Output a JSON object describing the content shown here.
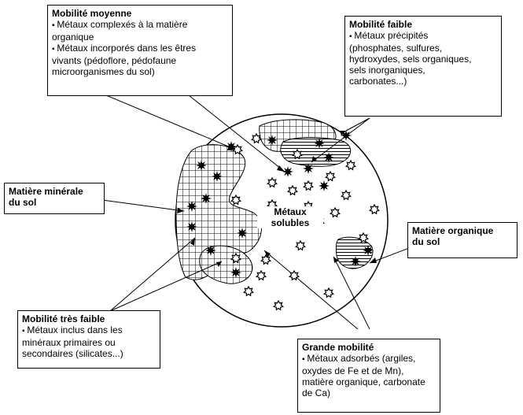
{
  "colors": {
    "ink": "#000000",
    "background": "#ffffff"
  },
  "particles": {
    "precipitate_icon": "spiky-star-icon",
    "free_metal_icon": "open-star-icon"
  },
  "boxes": {
    "moyenne": {
      "title": "Mobilité moyenne",
      "line1": "Métaux complexés à la matière",
      "line1b": "organique",
      "line2": "Métaux incorporés dans les êtres",
      "line2b": "vivants (pédoflore, pédofaune",
      "line2c": "microorganismes du sol)"
    },
    "faible": {
      "title": "Mobilité faible",
      "line1": "Métaux précipités",
      "line2": "(phosphates, sulfures,",
      "line3": "hydroxydes,  sels organiques,",
      "line4": "sels inorganiques,",
      "line5": "carbonates...)"
    },
    "minerale": {
      "line1": "Matière minérale",
      "line2": "du sol"
    },
    "organique": {
      "line1": "Matière organique",
      "line2": "du sol"
    },
    "tres_faible": {
      "title": "Mobilité très faible",
      "line1": "Métaux inclus dans les",
      "line2": "minéraux primaires ou",
      "line3": "secondaires (silicates...)"
    },
    "grande": {
      "title": "Grande mobilité",
      "line1": "Métaux adsorbés (argiles,",
      "line2": "oxydes de Fe et de Mn),",
      "line3": "matière organique, carbonate",
      "line4": "de Ca)"
    }
  },
  "solubles": {
    "line1": "Métaux",
    "line2": "solubles"
  }
}
